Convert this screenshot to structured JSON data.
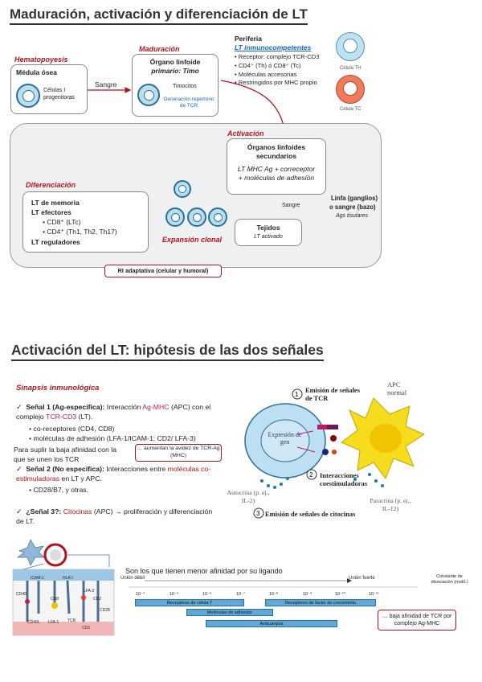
{
  "section1": {
    "title": "Maduración, activación y diferenciación de LT",
    "hematopoyesis_label": "Hematopoyesis",
    "medula_title": "Médula ósea",
    "celulas_label": "Células I progenitoras",
    "sangre_label": "Sangre",
    "maduracion_label": "Maduración",
    "organo_primario_l1": "Órgano linfoide",
    "organo_primario_l2": "primario: Timo",
    "timocitos_label": "Timocitos",
    "generacion_label": "Generación repertorio de TCR",
    "periferia_label": "Periferia",
    "lt_inmuno_label": "LT inmunocompetentes",
    "periferia_items": [
      "Receptor: complejo TCR-CD3",
      "CD4⁺ (Th) ó CD8⁺ (Tc)",
      "Moléculas accesorias",
      "Restringidos por MHC propio"
    ],
    "celula_th": "Célula TH",
    "celula_tc": "Célula TC",
    "activacion_label": "Activación",
    "organos_sec_l1": "Órganos linfoides",
    "organos_sec_l2": "secundarios",
    "organos_sec_l3": "LT MHC Ag + correceptor",
    "organos_sec_l4": "+ moléculas de adhesión",
    "sangre_label_2": "Sangre",
    "linfa_l1": "Linfa (ganglios)",
    "linfa_l2": "o sangre (bazo)",
    "linfa_l3": "Ags tisulares",
    "tejidos_title": "Tejidos",
    "tejidos_sub": "LT activado",
    "diferenciacion_label": "Diferenciación",
    "dif_l1": "LT de memoria",
    "dif_l2": "LT efectores",
    "dif_items": [
      "CD8⁺ (LTc)",
      "CD4⁺ (Th1, Th2, Th17)"
    ],
    "dif_l3": "LT reguladores",
    "expansion_label": "Expansión clonal",
    "ri_label": "RI adaptativa (celular y humoral)"
  },
  "section2": {
    "title": "Activación del LT: hipótesis de las dos señales",
    "sinapsis_label": "Sinapsis inmunológica",
    "s1_label": "Señal 1 (Ag-específica):",
    "s1_text_a": " Interacción ",
    "s1_agmhc": "Ag-MHC",
    "s1_text_b": " (APC) con el complejo ",
    "s1_tcr": "TCR-CD3",
    "s1_text_c": " (LT).",
    "s1_items": [
      "co-receptores (CD4, CD8)",
      "moléculas de adhesión (LFA-1/ICAM-1; CD2/ LFA-3)"
    ],
    "suplir_l1": "Para suplir la baja afinidad con la",
    "suplir_l2": "que se unen los TCR",
    "avidez_box": "… aumentan la avidez de TCR-Ag (MHC)",
    "s2_label": "Señal 2 (No específica):",
    "s2_text_a": " Interacciones entre ",
    "s2_red": "moléculas co-estimuladoras",
    "s2_text_b": " en LT y APC.",
    "s2_items": [
      "CD28/B7, y otras."
    ],
    "s3_label": "¿Señal 3?:",
    "s3_red": "Citocinas",
    "s3_text": " (APC) → proliferación y diferenciación de LT.",
    "fig_1": "Emisión de señales de TCR",
    "fig_apc": "APC normal",
    "fig_expresion": "Expresión de gen",
    "fig_2": "Interacciones coestimuladoras",
    "fig_autocrina": "Autocrina (p. ej., IL-2)",
    "fig_paracrina": "Paracrina (p. ej., IL-12)",
    "fig_3": "Emisión de señales de citocinas",
    "afinidad_title": "Son los que tienen menor afinidad por su ligando",
    "union_debil": "Unión débil",
    "union_fuerte": "Unión fuerte",
    "constante_label": "Constante de disociación (mol/L)",
    "ticks": [
      "10⁻⁴",
      "10⁻⁵",
      "10⁻⁶",
      "10⁻⁷",
      "10⁻⁸",
      "10⁻⁹",
      "10⁻¹⁰",
      "10⁻¹¹"
    ],
    "bar_1": "Receptores de célula T",
    "bar_2": "Receptores de factor de crecimiento",
    "bar_3": "Moléculas de adhesión",
    "bar_4": "Anticuerpos",
    "baja_box": "… baja afinidad de TCR por complejo Ag-MHC",
    "syn_labels": [
      "ICAM-1",
      "HLA-I",
      "CD40",
      "CD8",
      "LFA-3",
      "CD2",
      "CD28",
      "CD40L",
      "LFA-1",
      "TCR",
      "CD2"
    ]
  }
}
